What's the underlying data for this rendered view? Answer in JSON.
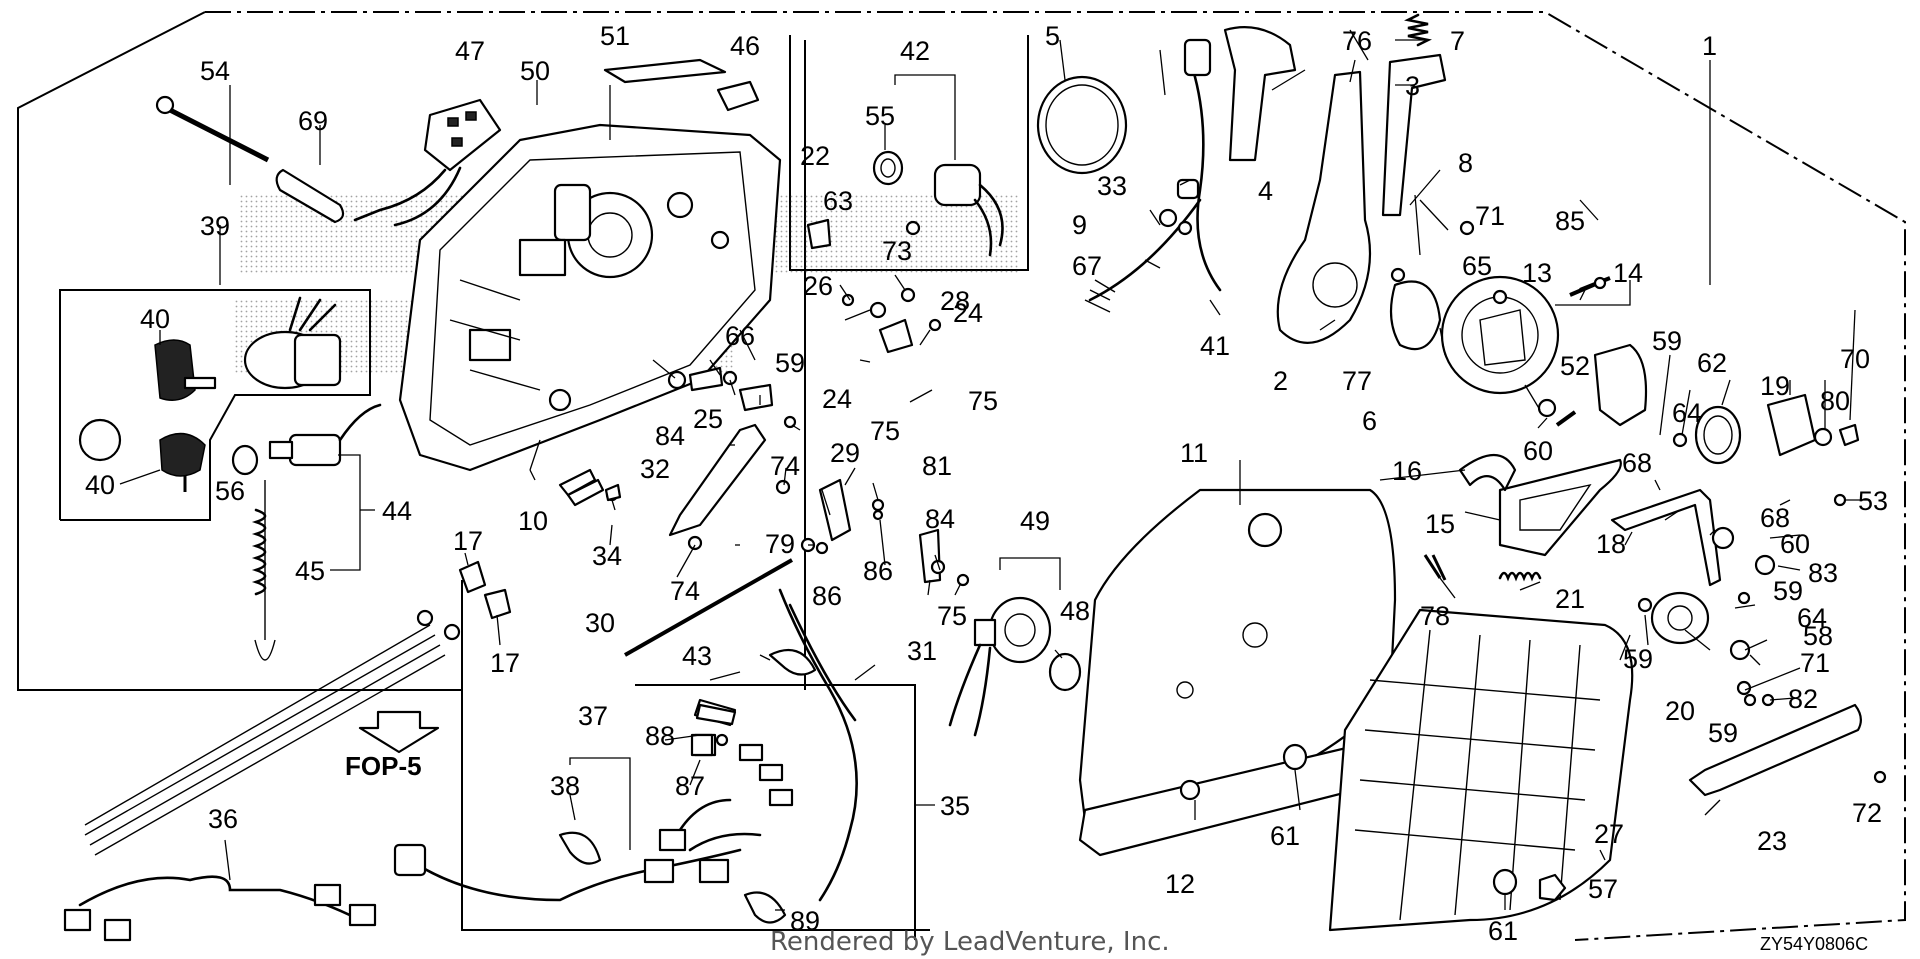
{
  "labels": {
    "1": "1",
    "2": "2",
    "3": "3",
    "4": "4",
    "5": "5",
    "6": "6",
    "7": "7",
    "8": "8",
    "9": "9",
    "10": "10",
    "11": "11",
    "12": "12",
    "13": "13",
    "14": "14",
    "15": "15",
    "16": "16",
    "17a": "17",
    "17b": "17",
    "18": "18",
    "19": "19",
    "20": "20",
    "21": "21",
    "22": "22",
    "23": "23",
    "24a": "24",
    "24b": "24",
    "25": "25",
    "26": "26",
    "27": "27",
    "28": "28",
    "29": "29",
    "30": "30",
    "31": "31",
    "32": "32",
    "33": "33",
    "34": "34",
    "35": "35",
    "36": "36",
    "37": "37",
    "38": "38",
    "39": "39",
    "40a": "40",
    "40b": "40",
    "41": "41",
    "42": "42",
    "43": "43",
    "44": "44",
    "45": "45",
    "46": "46",
    "47": "47",
    "48": "48",
    "49": "49",
    "50": "50",
    "51": "51",
    "52": "52",
    "53": "53",
    "54": "54",
    "55": "55",
    "56": "56",
    "57": "57",
    "58": "58",
    "59a": "59",
    "59b": "59",
    "59c": "59",
    "59d": "59",
    "59e": "59",
    "60a": "60",
    "60b": "60",
    "61a": "61",
    "61b": "61",
    "62": "62",
    "63": "63",
    "64a": "64",
    "64b": "64",
    "65": "65",
    "66": "66",
    "67": "67",
    "68a": "68",
    "68b": "68",
    "69": "69",
    "70": "70",
    "71a": "71",
    "71b": "71",
    "72": "72",
    "73": "73",
    "74a": "74",
    "74b": "74",
    "75a": "75",
    "75b": "75",
    "75c": "75",
    "76": "76",
    "77": "77",
    "78": "78",
    "79": "79",
    "80": "80",
    "81": "81",
    "82": "82",
    "83": "83",
    "84a": "84",
    "84b": "84",
    "85": "85",
    "86a": "86",
    "86b": "86",
    "87": "87",
    "88": "88",
    "89": "89"
  },
  "reference": "FOP-5",
  "diagram_code": "ZY54Y0806C",
  "credit": "Rendered by LeadVenture, Inc."
}
